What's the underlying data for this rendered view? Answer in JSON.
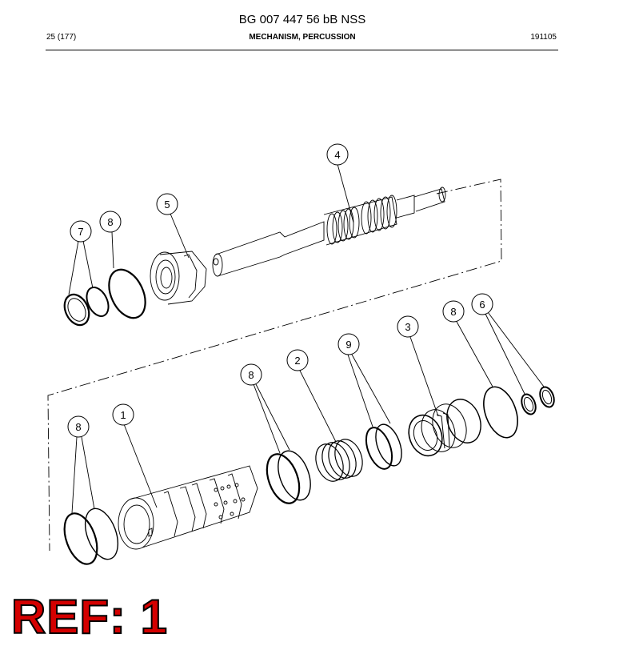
{
  "header": {
    "doc_title": "BG 007 447 56 bB NSS",
    "page": "25 (177)",
    "section": "MECHANISM, PERCUSSION",
    "date": "191105"
  },
  "callouts": [
    "1",
    "2",
    "3",
    "4",
    "5",
    "6",
    "7",
    "8",
    "8",
    "8",
    "8",
    "9"
  ],
  "ref_label": "REF: 1",
  "colors": {
    "ref_text": "#d40000",
    "line": "#000000"
  }
}
